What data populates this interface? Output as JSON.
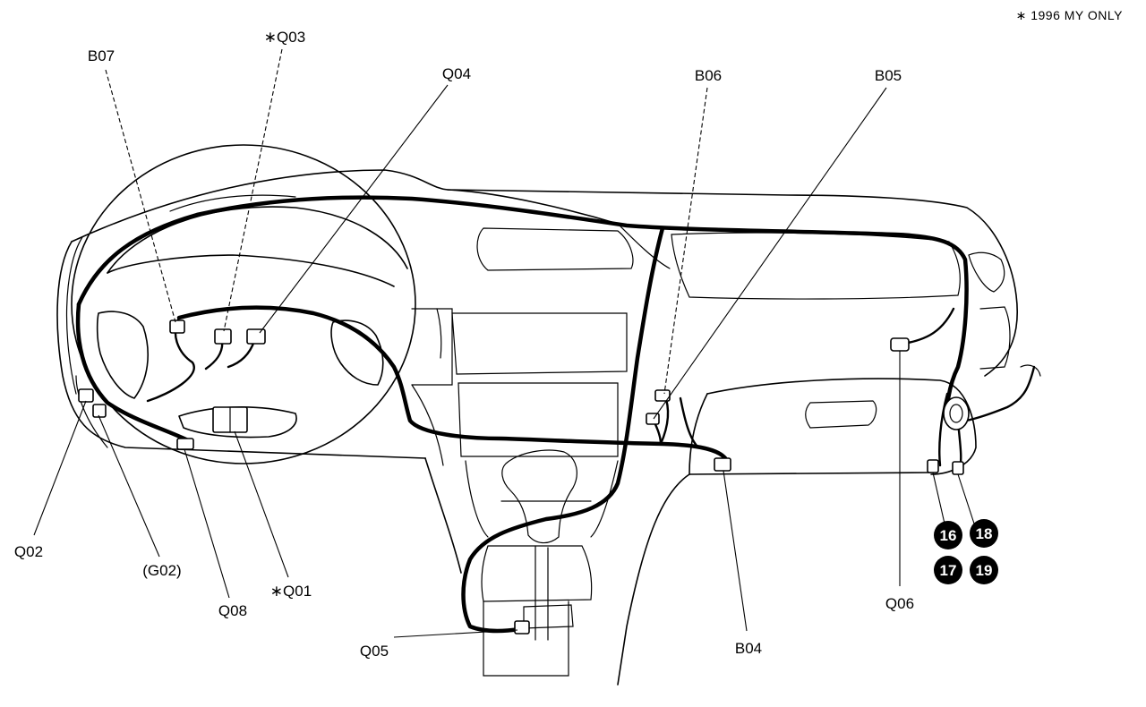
{
  "note": "∗ 1996 MY ONLY",
  "labels": {
    "b07": "B07",
    "q03": "∗Q03",
    "q04": "Q04",
    "b06": "B06",
    "b05": "B05",
    "q02": "Q02",
    "g02": "(G02)",
    "q08": "Q08",
    "q01": "∗Q01",
    "q05": "Q05",
    "b04": "B04",
    "q06": "Q06"
  },
  "badges": {
    "b16": "16",
    "b17": "17",
    "b18": "18",
    "b19": "19"
  }
}
